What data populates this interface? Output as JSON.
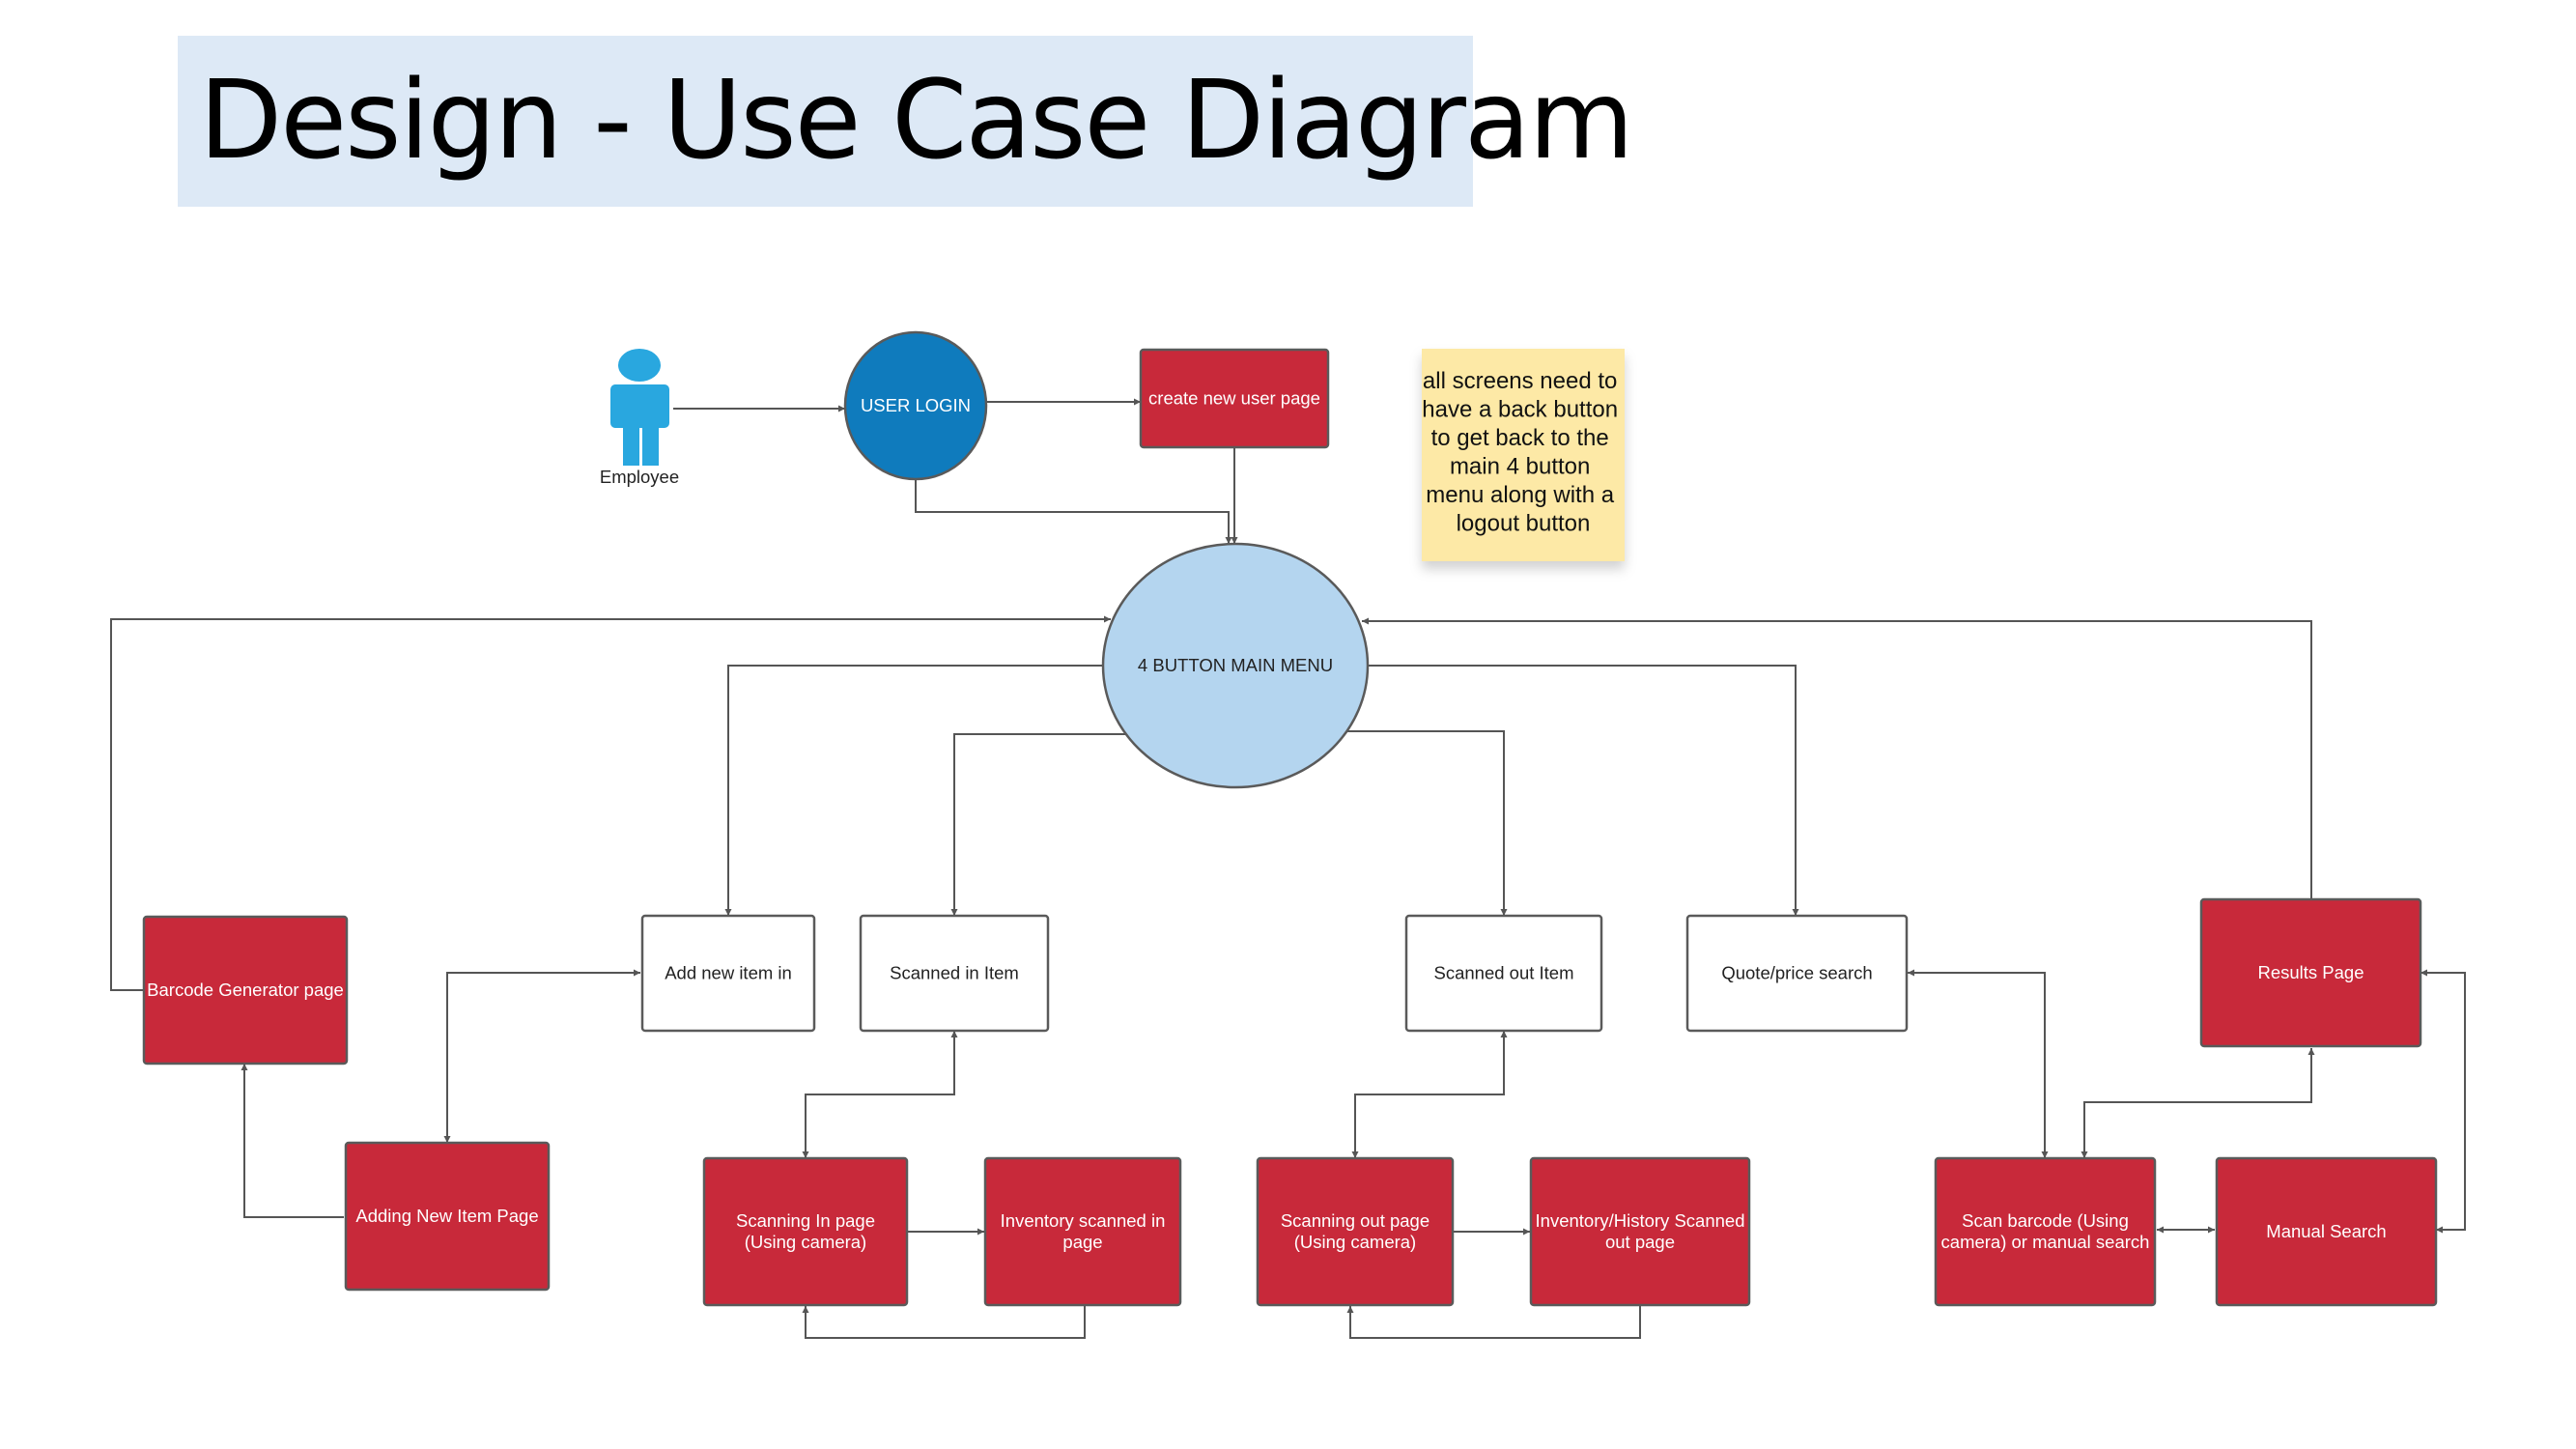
{
  "title": "Design - Use Case Diagram",
  "colors": {
    "title_bg": "#dde9f6",
    "red_box": "#c8293a",
    "login_circle": "#0f7bbd",
    "menu_circle": "#b4d5ef",
    "actor": "#29a7df",
    "note": "#fde9a6",
    "edge": "#555555"
  },
  "actor": {
    "label": "Employee",
    "icon": "person-icon"
  },
  "note": {
    "lines": [
      "all screens need to",
      "have a back button",
      "to get back to the",
      "main 4 button",
      "menu along with a",
      "logout button"
    ]
  },
  "nodes": {
    "user_login": {
      "lines": [
        "USER LOGIN"
      ]
    },
    "create_user": {
      "lines": [
        "create new user page"
      ]
    },
    "main_menu": {
      "lines": [
        "4 BUTTON MAIN MENU"
      ]
    },
    "barcode_gen": {
      "lines": [
        "Barcode Generator page"
      ]
    },
    "add_new_item": {
      "lines": [
        "Add new item in"
      ]
    },
    "scanned_in": {
      "lines": [
        "Scanned in Item"
      ]
    },
    "scanned_out": {
      "lines": [
        "Scanned out Item"
      ]
    },
    "quote_search": {
      "lines": [
        "Quote/price search"
      ]
    },
    "results_page": {
      "lines": [
        "Results Page"
      ]
    },
    "adding_new_item": {
      "lines": [
        "Adding New Item Page"
      ]
    },
    "scanning_in": {
      "lines": [
        "Scanning In page",
        "(Using camera)"
      ]
    },
    "inventory_in": {
      "lines": [
        "Inventory scanned in",
        "page"
      ]
    },
    "scanning_out": {
      "lines": [
        "Scanning out page",
        "(Using camera)"
      ]
    },
    "inventory_out": {
      "lines": [
        "Inventory/History Scanned",
        "out page"
      ]
    },
    "scan_barcode": {
      "lines": [
        "Scan barcode (Using",
        "camera) or manual search"
      ]
    },
    "manual_search": {
      "lines": [
        "Manual Search"
      ]
    }
  }
}
